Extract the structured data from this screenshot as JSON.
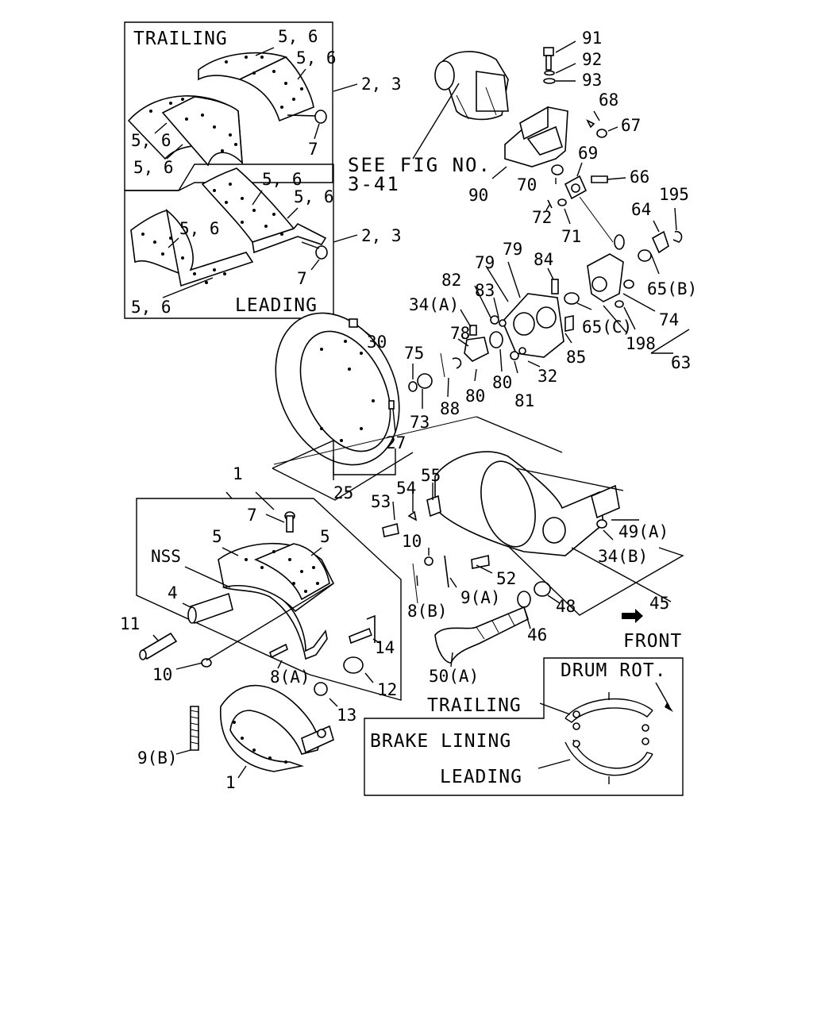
{
  "insets": {
    "trailing_title": "TRAILING",
    "leading_title": "LEADING",
    "see_fig_line1": "SEE FIG NO.",
    "see_fig_line2": "3-41",
    "nss": "NSS",
    "front": "FRONT"
  },
  "legend": {
    "drum_rot": "DRUM ROT.",
    "trailing": "TRAILING",
    "brake_lining": "BRAKE LINING",
    "leading": "LEADING"
  },
  "callouts": {
    "t56a": "5, 6",
    "t56b": "5, 6",
    "t56c": "5, 6",
    "t56d": "5, 6",
    "t23": "2, 3",
    "t7": "7",
    "l56a": "5, 6",
    "l56b": "5, 6",
    "l56c": "5, 6",
    "l56d": "5, 6",
    "l23": "2, 3",
    "l7": "7",
    "p91": "91",
    "p92": "92",
    "p93": "93",
    "p68": "68",
    "p67": "67",
    "p69": "69",
    "p66": "66",
    "p90": "90",
    "p70": "70",
    "p72": "72",
    "p71": "71",
    "p195": "195",
    "p64": "64",
    "p65b": "65(B)",
    "p79a": "79",
    "p79b": "79",
    "p84": "84",
    "p82": "82",
    "p83": "83",
    "p34a": "34(A)",
    "p74": "74",
    "p65c": "65(C)",
    "p198": "198",
    "p63": "63",
    "p78": "78",
    "p85": "85",
    "p30": "30",
    "p75": "75",
    "p32": "32",
    "p80a": "80",
    "p80b": "80",
    "p81": "81",
    "p73": "73",
    "p88": "88",
    "p27": "27",
    "p25": "25",
    "p1a": "1",
    "p55": "55",
    "p54": "54",
    "p53": "53",
    "p49a": "49(A)",
    "p7": "7",
    "p5a": "5",
    "p5b": "5",
    "p10a": "10",
    "p34b": "34(B)",
    "p52": "52",
    "p4": "4",
    "p8b": "8(B)",
    "p9a": "9(A)",
    "p45": "45",
    "p48": "48",
    "p11": "11",
    "p46": "46",
    "p14": "14",
    "p10b": "10",
    "p8a": "8(A)",
    "p50a": "50(A)",
    "p12": "12",
    "p13": "13",
    "p9b": "9(B)",
    "p1b": "1"
  }
}
